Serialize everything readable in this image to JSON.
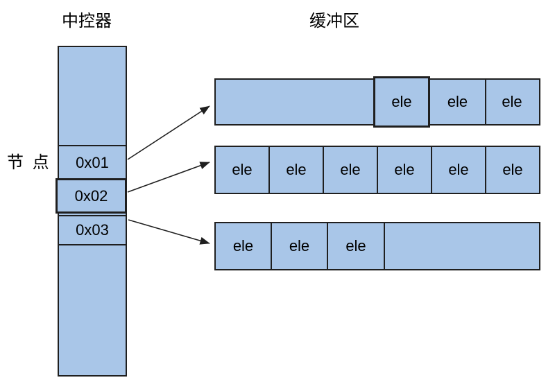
{
  "titles": {
    "controller": "中控器",
    "buffer": "缓冲区",
    "node": "节 点"
  },
  "controller": {
    "cells": [
      {
        "label": "",
        "highlighted": false
      },
      {
        "label": "0x01",
        "highlighted": false
      },
      {
        "label": "0x02",
        "highlighted": true
      },
      {
        "label": "0x03",
        "highlighted": false
      },
      {
        "label": "",
        "highlighted": false
      }
    ]
  },
  "buffers": [
    {
      "name": "buffer-1",
      "cells": [
        {
          "label": "",
          "highlighted": false
        },
        {
          "label": "ele",
          "highlighted": true
        },
        {
          "label": "ele",
          "highlighted": false
        },
        {
          "label": "ele",
          "highlighted": false
        }
      ]
    },
    {
      "name": "buffer-2",
      "cells": [
        {
          "label": "ele",
          "highlighted": false
        },
        {
          "label": "ele",
          "highlighted": false
        },
        {
          "label": "ele",
          "highlighted": false
        },
        {
          "label": "ele",
          "highlighted": false
        },
        {
          "label": "ele",
          "highlighted": false
        },
        {
          "label": "ele",
          "highlighted": false
        }
      ]
    },
    {
      "name": "buffer-3",
      "cells": [
        {
          "label": "ele",
          "highlighted": false
        },
        {
          "label": "ele",
          "highlighted": false
        },
        {
          "label": "ele",
          "highlighted": false
        },
        {
          "label": "",
          "highlighted": false
        }
      ]
    }
  ],
  "arrows": [
    {
      "from": "0x01",
      "to": "buffer-1"
    },
    {
      "from": "0x02",
      "to": "buffer-2"
    },
    {
      "from": "0x03",
      "to": "buffer-3"
    }
  ],
  "colors": {
    "cell_fill": "#a9c6e8",
    "border": "#1f1f1f",
    "arrow": "#1f1f1f",
    "text": "#000000"
  }
}
